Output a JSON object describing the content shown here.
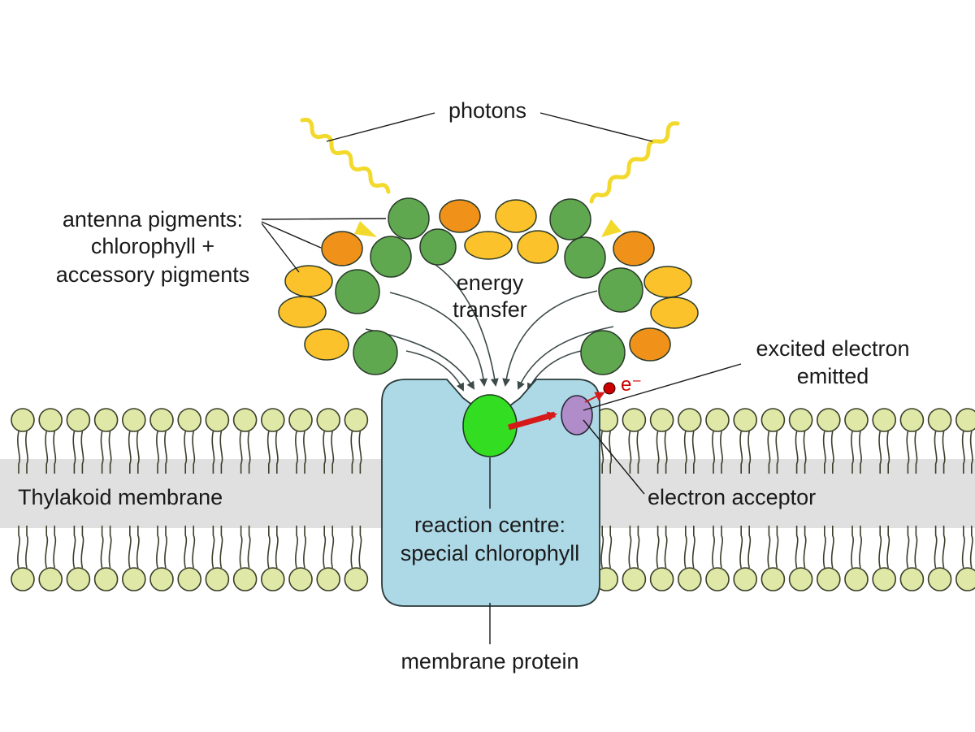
{
  "labels": {
    "photons": "photons",
    "antenna_line1": "antenna pigments:",
    "antenna_line2": "chlorophyll +",
    "antenna_line3": "accessory pigments",
    "energy_line1": "energy",
    "energy_line2": "transfer",
    "excited_line1": "excited electron",
    "excited_line2": "emitted",
    "electron_symbol": "e⁻",
    "membrane": "Thylakoid membrane",
    "acceptor": "electron acceptor",
    "reaction_line1": "reaction centre:",
    "reaction_line2": "special chlorophyll",
    "protein": "membrane protein"
  },
  "colors": {
    "chlorophyll_green": "#5fa84f",
    "accessory_orange": "#f0921a",
    "accessory_yellow": "#fcc22b",
    "reaction_centre": "#33dd22",
    "acceptor": "#b08cc8",
    "protein": "#add8e6",
    "membrane_band": "#e0e0e0",
    "lipid_head": "#dfe8a6",
    "photon": "#f2d92c",
    "transfer_arrow": "#d61a1a",
    "electron": "#cc0000"
  },
  "icons": {
    "photon": "wavy-arrow",
    "pigment": "circle/ellipse",
    "lipid": "phospholipid-head-tail"
  }
}
